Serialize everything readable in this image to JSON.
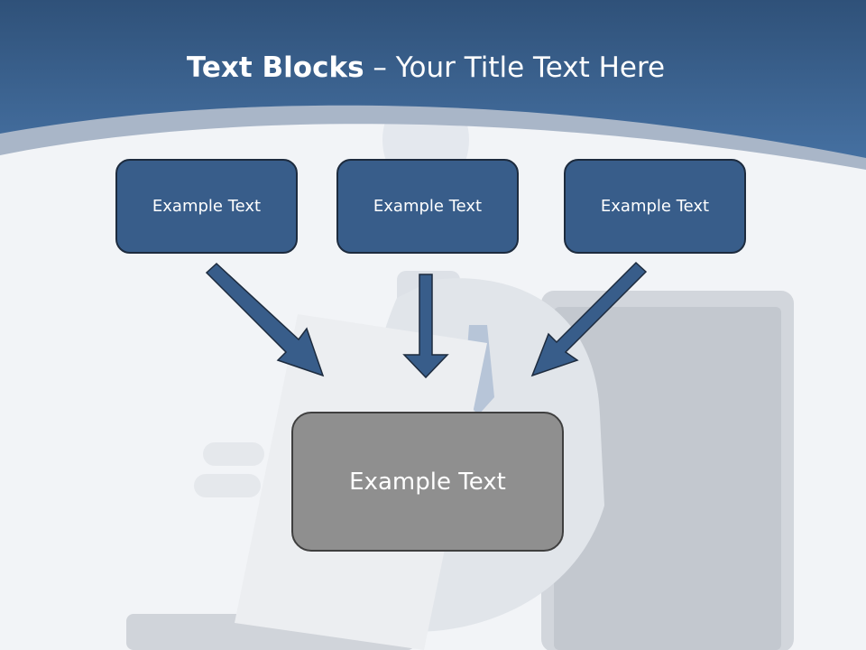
{
  "title": {
    "bold": "Text Blocks",
    "rest": " – Your Title Text Here"
  },
  "blocks": [
    {
      "label": "Example Text"
    },
    {
      "label": "Example Text"
    },
    {
      "label": "Example Text"
    }
  ],
  "center_block": {
    "label": "Example Text"
  },
  "colors": {
    "header": "#3d6592",
    "block_fill": "#385d8a",
    "arrow_fill": "#385d8a",
    "center_fill": "#8f8f8f"
  }
}
